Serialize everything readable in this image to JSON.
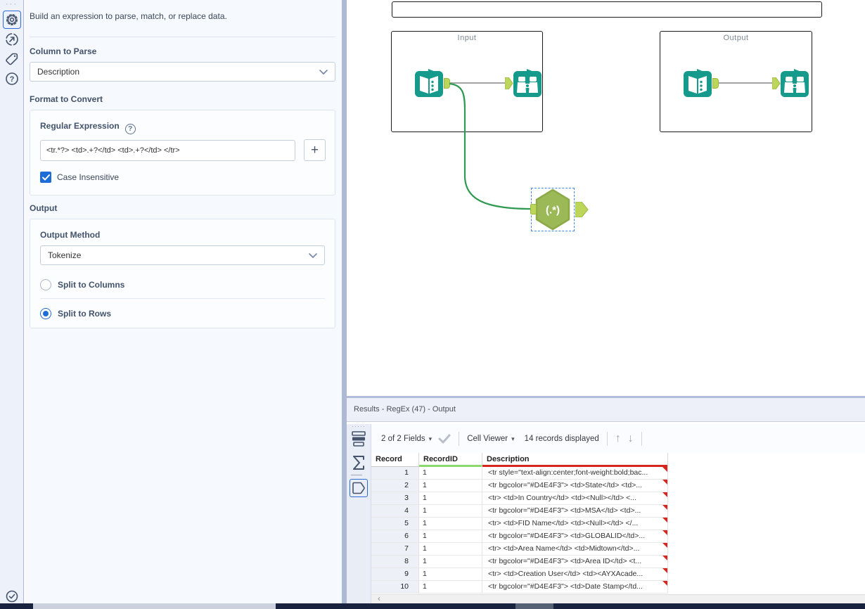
{
  "config": {
    "description": "Build an expression to parse, match, or replace data.",
    "column_to_parse_label": "Column to Parse",
    "column_value": "Description",
    "format_label": "Format to Convert",
    "regex_label": "Regular Expression",
    "regex_value": "<tr.*?> <td>.+?</td> <td>.+?</td> </tr>",
    "add_label": "+",
    "case_label": "Case Insensitive",
    "output_label": "Output",
    "output_method_label": "Output Method",
    "output_method_value": "Tokenize",
    "option_columns": "Split to Columns",
    "option_rows": "Split to Rows"
  },
  "canvas": {
    "input_container_label": "Input",
    "output_container_label": "Output",
    "regex_tool_glyph": "(.*)"
  },
  "results": {
    "title": "Results - RegEx (47) - Output",
    "toolbar": {
      "fields_summary": "2 of 2 Fields",
      "cell_viewer": "Cell Viewer",
      "records_displayed": "14 records displayed"
    },
    "table": {
      "columns": [
        "Record",
        "RecordID",
        "Description"
      ],
      "rows": [
        {
          "record": "1",
          "record_id": "1",
          "description": "<tr style=\"text-align:center;font-weight:bold;bac..."
        },
        {
          "record": "2",
          "record_id": "1",
          "description": "<tr bgcolor=\"#D4E4F3\"> <td>State</td> <td>..."
        },
        {
          "record": "3",
          "record_id": "1",
          "description": "<tr> <td>In Country</td> <td><Null></td> <..."
        },
        {
          "record": "4",
          "record_id": "1",
          "description": "<tr bgcolor=\"#D4E4F3\"> <td>MSA</td> <td>..."
        },
        {
          "record": "5",
          "record_id": "1",
          "description": "<tr> <td>FID Name</td> <td><Null></td> </..."
        },
        {
          "record": "6",
          "record_id": "1",
          "description": "<tr bgcolor=\"#D4E4F3\"> <td>GLOBALID</td>..."
        },
        {
          "record": "7",
          "record_id": "1",
          "description": "<tr> <td>Area Name</td> <td>Midtown</td>..."
        },
        {
          "record": "8",
          "record_id": "1",
          "description": "<tr bgcolor=\"#D4E4F3\"> <td>Area ID</td> <t..."
        },
        {
          "record": "9",
          "record_id": "1",
          "description": "<tr> <td>Creation User</td> <td><AYXAcade..."
        },
        {
          "record": "10",
          "record_id": "1",
          "description": "<tr bgcolor=\"#D4E4F3\"> <td>Date Stamp</td..."
        }
      ]
    },
    "scroll_left_glyph": "‹"
  },
  "icons": {
    "dots3": "···",
    "dots5": "·····",
    "caret_down": "▾",
    "arrow_up": "↑",
    "arrow_down": "↓",
    "sigma": "Σ",
    "question_mark": "?"
  },
  "colors": {
    "accent_blue": "#2e6bd6",
    "tool_teal": "#159a8b",
    "anchor_green": "#bcd65b",
    "wire_green": "#2d9a4f",
    "hexagon_olive": "#9cb958",
    "recordid_underline": "#8bd96d",
    "description_underline": "#d6261d"
  }
}
